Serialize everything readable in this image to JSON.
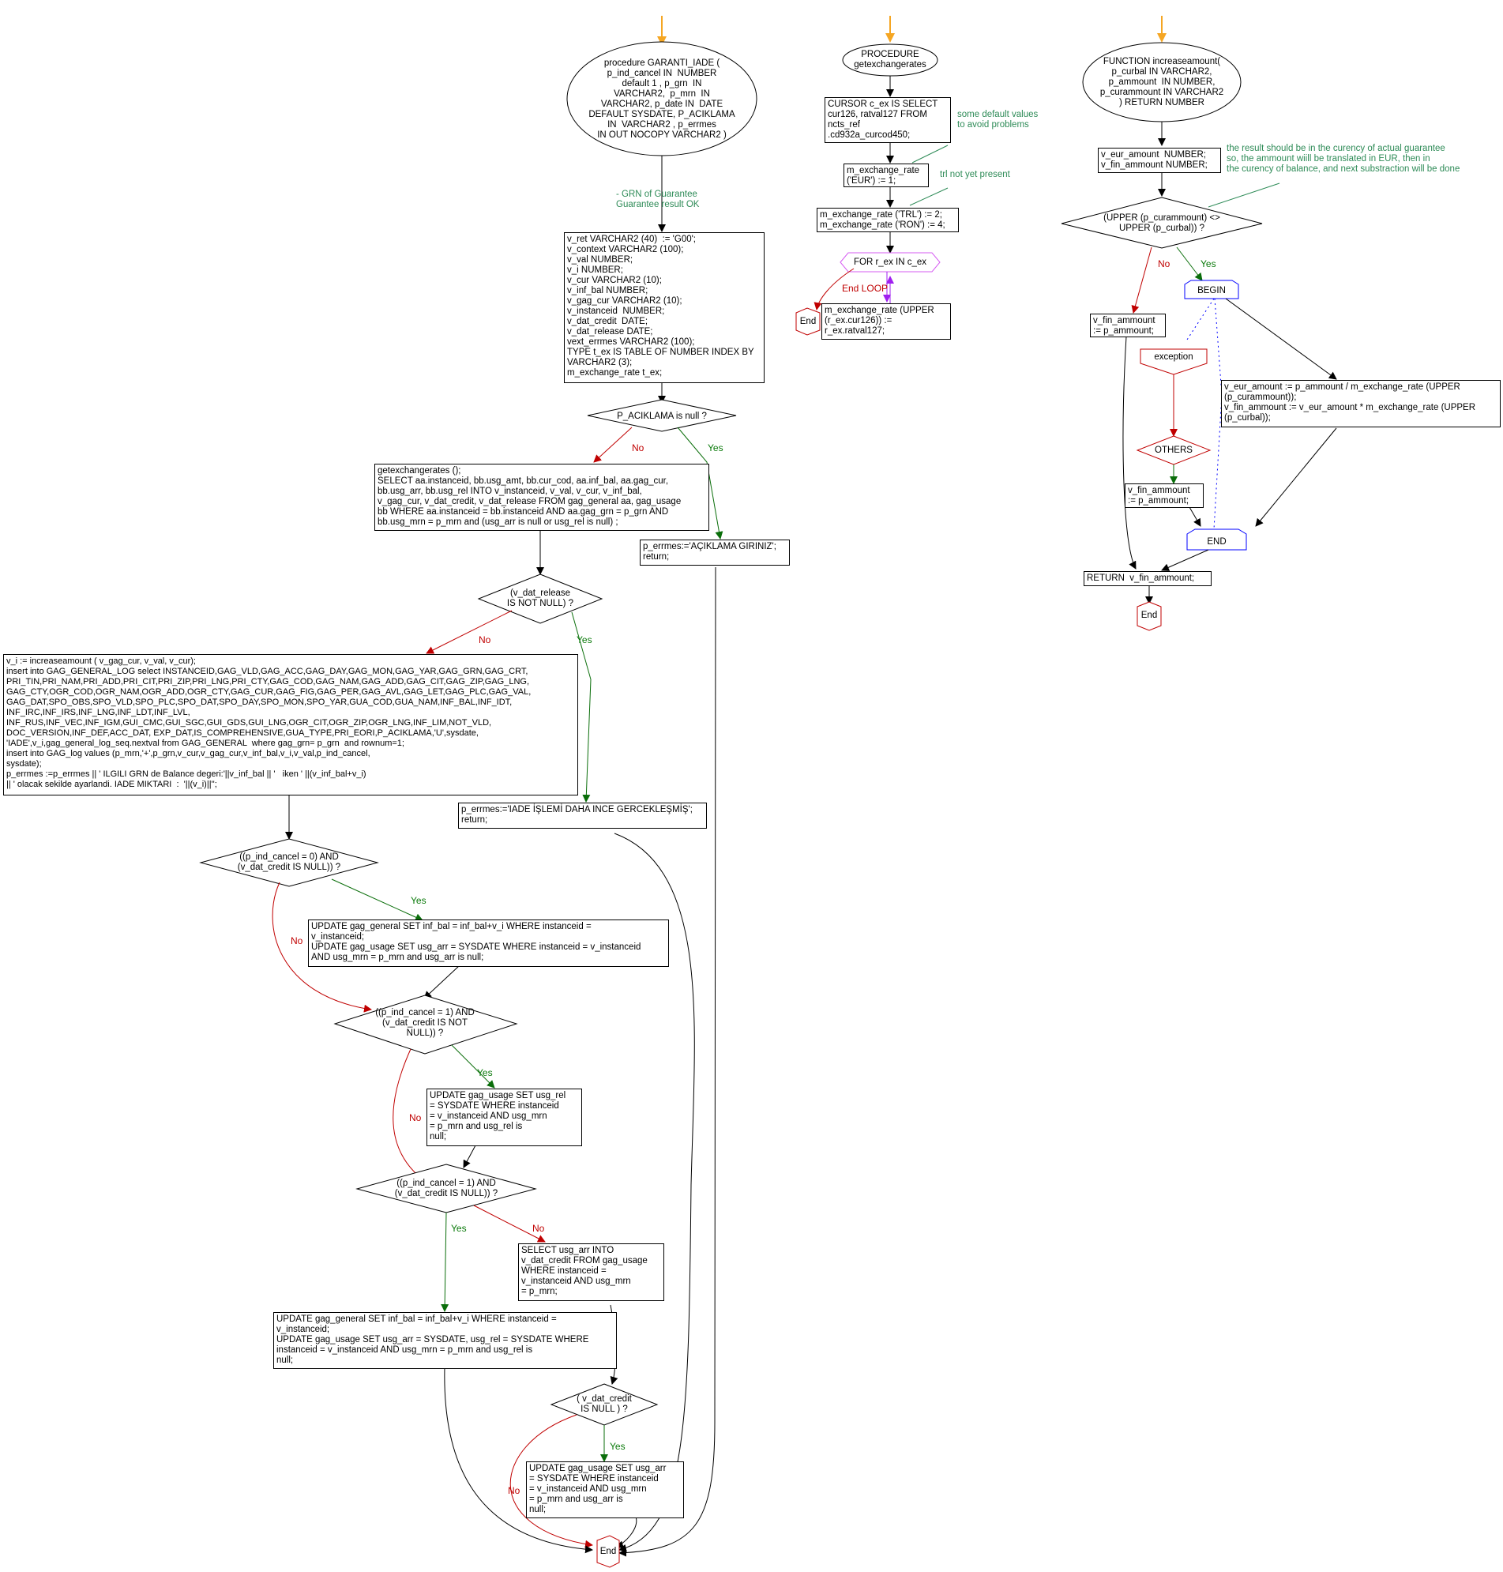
{
  "flow1": {
    "start": "procedure GARANTI_IADE (\np_ind_cancel IN  NUMBER\ndefault 1 , p_grn  IN\nVARCHAR2,  p_mrn  IN\nVARCHAR2, p_date IN  DATE\nDEFAULT SYSDATE, P_ACIKLAMA\nIN  VARCHAR2 , p_errmes\nIN OUT NOCOPY VARCHAR2 )",
    "comment1": "- GRN of Guarantee\nGuarantee result OK",
    "decl": "v_ret VARCHAR2 (40)  := 'G00';\nv_context VARCHAR2 (100);\nv_val NUMBER;\nv_i NUMBER;\nv_cur VARCHAR2 (10);\nv_inf_bal NUMBER;\nv_gag_cur VARCHAR2 (10);\nv_instanceid  NUMBER;\nv_dat_credit  DATE;\nv_dat_release DATE;\nvext_errmes VARCHAR2 (100);\nTYPE t_ex IS TABLE OF NUMBER INDEX BY\nVARCHAR2 (3);\nm_exchange_rate t_ex;",
    "dec1": "P_ACIKLAMA is null ?",
    "select": "getexchangerates ();\nSELECT aa.instanceid, bb.usg_amt, bb.cur_cod, aa.inf_bal, aa.gag_cur,\nbb.usg_arr, bb.usg_rel INTO v_instanceid, v_val, v_cur, v_inf_bal,\nv_gag_cur, v_dat_credit, v_dat_release FROM gag_general aa, gag_usage\nbb WHERE aa.instanceid = bb.instanceid AND aa.gag_grn = p_grn AND\nbb.usg_mrn = p_mrn and (usg_arr is null or usg_rel is null) ;",
    "errmes1": "p_errmes:='AÇIKLAMA GIRINIZ';\nreturn;",
    "dec2": "(v_dat_release\nIS NOT NULL) ?",
    "insert": "v_i := increaseamount ( v_gag_cur, v_val, v_cur);\ninsert into GAG_GENERAL_LOG select INSTANCEID,GAG_VLD,GAG_ACC,GAG_DAY,GAG_MON,GAG_YAR,GAG_GRN,GAG_CRT,\nPRI_TIN,PRI_NAM,PRI_ADD,PRI_CIT,PRI_ZIP,PRI_LNG,PRI_CTY,GAG_COD,GAG_NAM,GAG_ADD,GAG_CIT,GAG_ZIP,GAG_LNG,\nGAG_CTY,OGR_COD,OGR_NAM,OGR_ADD,OGR_CTY,GAG_CUR,GAG_FIG,GAG_PER,GAG_AVL,GAG_LET,GAG_PLC,GAG_VAL,\nGAG_DAT,SPO_OBS,SPO_VLD,SPO_PLC,SPO_DAT,SPO_DAY,SPO_MON,SPO_YAR,GUA_COD,GUA_NAM,INF_BAL,INF_IDT,\nINF_IRC,INF_IRS,INF_LNG,INF_LDT,INF_LVL,\nINF_RUS,INF_VEC,INF_IGM,GUI_CMC,GUI_SGC,GUI_GDS,GUI_LNG,OGR_CIT,OGR_ZIP,OGR_LNG,INF_LIM,NOT_VLD,\nDOC_VERSION,INF_DEF,ACC_DAT, EXP_DAT,IS_COMPREHENSIVE,GUA_TYPE,PRI_EORI,P_ACIKLAMA,'U',sysdate,\n'IADE',v_i,gag_general_log_seq.nextval from GAG_GENERAL  where gag_grn= p_grn  and rownum=1;\ninsert into GAG_log values (p_mrn,'+',p_grn,v_cur,v_gag_cur,v_inf_bal,v_i,v_val,p_ind_cancel,\nsysdate);\np_errmes :=p_errmes || ' ILGILI GRN de Balance degeri:'||v_inf_bal || '   iken ' ||(v_inf_bal+v_i)\n|| ' olacak sekilde ayarlandi. IADE MIKTARI  :  '||(v_i)||'';",
    "errmes2": "p_errmes:='IADE İŞLEMİ DAHA INCE GERCEKLEŞMİŞ';\nreturn;",
    "dec3": "((p_ind_cancel = 0) AND\n(v_dat_credit IS NULL)) ?",
    "update1": "UPDATE gag_general SET inf_bal = inf_bal+v_i WHERE instanceid =\nv_instanceid;\nUPDATE gag_usage SET usg_arr = SYSDATE WHERE instanceid = v_instanceid\nAND usg_mrn = p_mrn and usg_arr is null;",
    "dec4": "((p_ind_cancel = 1) AND\n(v_dat_credit IS NOT\nNULL)) ?",
    "update2": "UPDATE gag_usage SET usg_rel\n= SYSDATE WHERE instanceid\n= v_instanceid AND usg_mrn\n= p_mrn and usg_rel is\nnull;",
    "dec5": "((p_ind_cancel = 1) AND\n(v_dat_credit IS NULL)) ?",
    "select2": "SELECT usg_arr INTO\nv_dat_credit FROM gag_usage\nWHERE instanceid =\nv_instanceid AND usg_mrn\n= p_mrn;",
    "update3": "UPDATE gag_general SET inf_bal = inf_bal+v_i WHERE instanceid =\nv_instanceid;\nUPDATE gag_usage SET usg_arr = SYSDATE, usg_rel = SYSDATE WHERE\ninstanceid = v_instanceid AND usg_mrn = p_mrn and usg_rel is\nnull;",
    "dec6": "( v_dat_credit\nIS NULL ) ?",
    "update4": "UPDATE gag_usage SET usg_arr\n= SYSDATE WHERE instanceid\n= v_instanceid AND usg_mrn\n= p_mrn and usg_arr is\nnull;",
    "end": "End"
  },
  "flow2": {
    "start": "PROCEDURE\ngetexchangerates",
    "cursor": "CURSOR c_ex IS SELECT\ncur126, ratval127 FROM\nncts_ref\n.cd932a_curcod450;",
    "comment1": "some default values\nto avoid problems",
    "rate1": "m_exchange_rate\n('EUR') := 1;",
    "comment2": "trl not yet present",
    "rate2": "m_exchange_rate ('TRL') := 2;\nm_exchange_rate ('RON') := 4;",
    "loop": "FOR r_ex IN c_ex",
    "end_loop": "End LOOP",
    "rate3": "m_exchange_rate (UPPER\n(r_ex.cur126)) :=\nr_ex.ratval127;",
    "end": "End"
  },
  "flow3": {
    "start": "FUNCTION increaseamount(\np_curbal IN VARCHAR2,\np_ammount  IN NUMBER,\np_curammount IN VARCHAR2\n) RETURN NUMBER",
    "decl": "v_eur_amount  NUMBER;\nv_fin_ammount NUMBER;",
    "comment1": "the result should be in the curency of actual guarantee\nso, the ammount wiill be translated in EUR, then in\nthe curency of balance, and next substraction will be done",
    "dec1": "(UPPER (p_curammount) <>\nUPPER (p_curbal)) ?",
    "assign_no": "v_fin_ammount\n:= p_ammount;",
    "begin": "BEGIN",
    "calc": "v_eur_amount := p_ammount / m_exchange_rate (UPPER\n(p_curammount));\nv_fin_ammount := v_eur_amount * m_exchange_rate (UPPER\n(p_curbal));",
    "exception": "exception",
    "others": "OTHERS",
    "assign_others": "v_fin_ammount\n:= p_ammount;",
    "end_block": "END",
    "return": "RETURN  v_fin_ammount;",
    "end": "End"
  },
  "labels": {
    "yes": "Yes",
    "no": "No"
  }
}
